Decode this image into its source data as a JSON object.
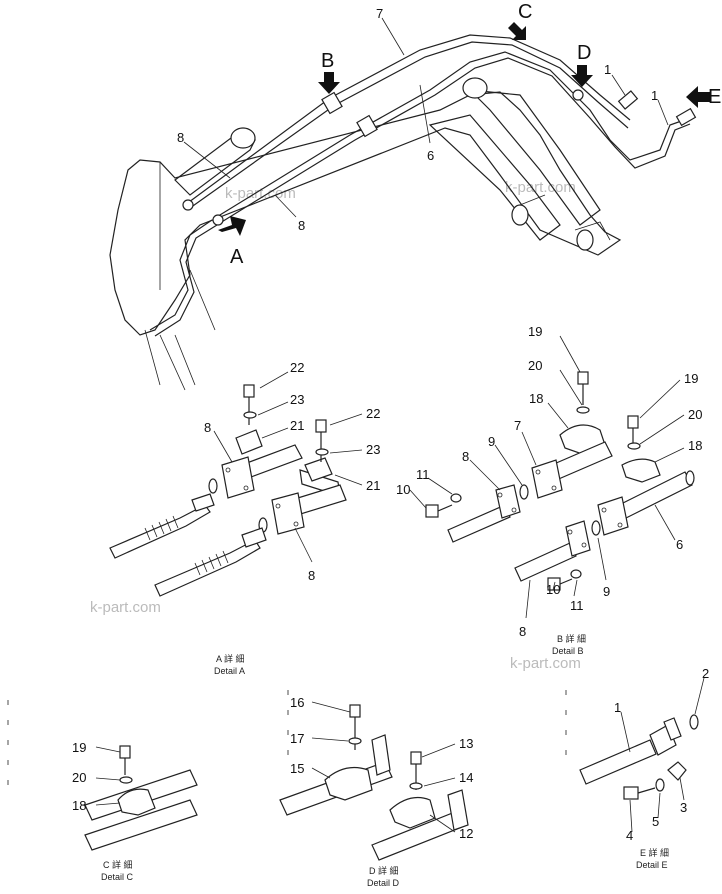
{
  "detail_letters": [
    "A",
    "B",
    "C",
    "D",
    "E"
  ],
  "callouts": {
    "main": [
      "7",
      "8",
      "8",
      "6",
      "1",
      "1"
    ],
    "detail_a": [
      "22",
      "23",
      "21",
      "8",
      "22",
      "23",
      "21",
      "8"
    ],
    "detail_b": [
      "19",
      "20",
      "18",
      "7",
      "9",
      "8",
      "11",
      "10",
      "19",
      "20",
      "18",
      "6",
      "9",
      "11",
      "10",
      "8"
    ],
    "detail_c": [
      "19",
      "20",
      "18"
    ],
    "detail_d": [
      "16",
      "17",
      "15",
      "13",
      "14",
      "12"
    ],
    "detail_e": [
      "2",
      "1",
      "3",
      "5",
      "4"
    ]
  },
  "captions": {
    "a": {
      "jp": "A 詳 細",
      "en": "Detail  A"
    },
    "b": {
      "jp": "B 詳 細",
      "en": "Detail  B"
    },
    "c": {
      "jp": "C 詳 細",
      "en": "Detail  C"
    },
    "d": {
      "jp": "D 詳 細",
      "en": "Detail  D"
    },
    "e": {
      "jp": "E 詳 細",
      "en": "Detail  E"
    }
  },
  "watermark": "k-part.com"
}
